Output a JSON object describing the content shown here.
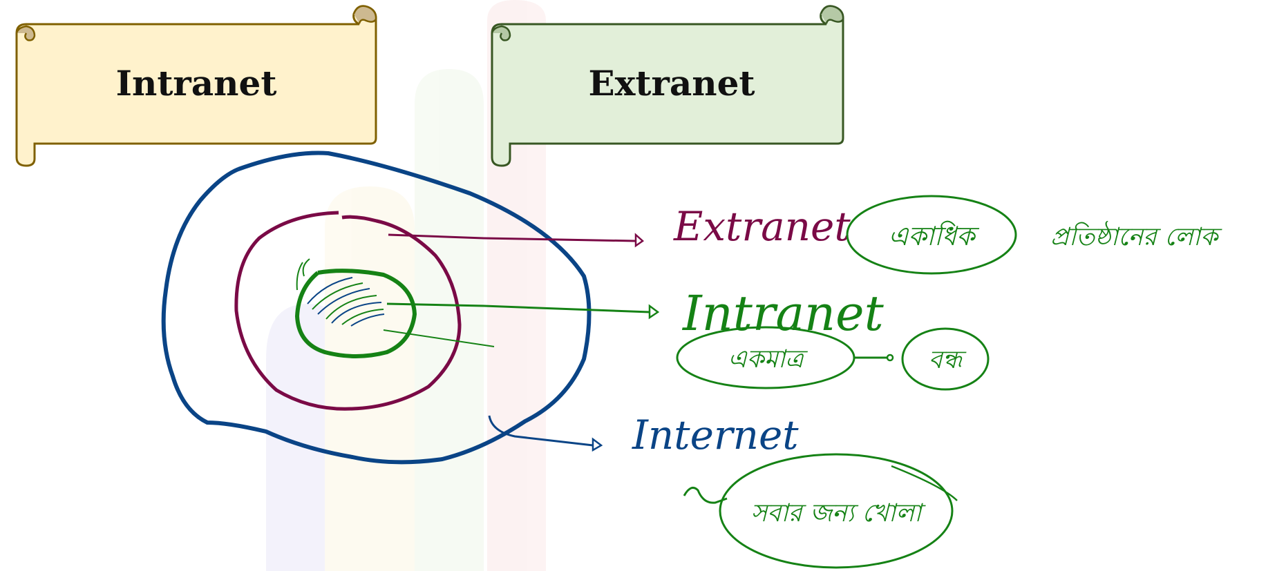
{
  "banners": {
    "intranet": {
      "label": "Intranet",
      "fill": "#fff2cc",
      "stroke": "#7f6000"
    },
    "extranet": {
      "label": "Extranet",
      "fill": "#e2efd9",
      "stroke": "#385723"
    }
  },
  "diagram": {
    "rings": {
      "internet_color": "#0a4486",
      "extranet_color": "#7a0a46",
      "intranet_color": "#158215"
    },
    "labels": {
      "extranet": "Extranet",
      "intranet": "Intranet",
      "internet": "Internet"
    },
    "notes": {
      "extranet_bubble": "একাধিক",
      "extranet_side": "প্রতিষ্ঠানের লোক",
      "intranet_bubble_1": "একমাত্র",
      "intranet_bubble_2": "বন্ধ",
      "internet_bubble": "সবার জন্য খোলা"
    }
  }
}
